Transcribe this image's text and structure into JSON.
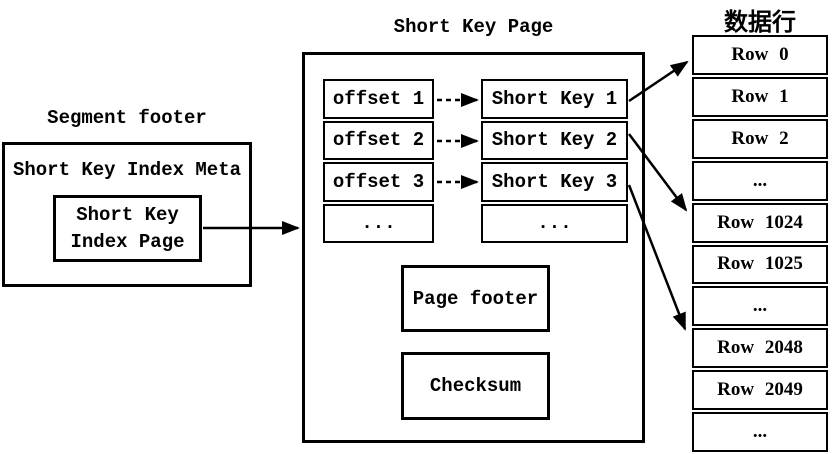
{
  "diagram": {
    "segment_footer": {
      "label": "Segment footer",
      "meta_label": "Short Key Index Meta",
      "index_page_box": {
        "line1": "Short Key",
        "line2": "Index Page"
      }
    },
    "short_key_page": {
      "label": "Short Key Page",
      "offsets": [
        "offset 1",
        "offset 2",
        "offset 3",
        "..."
      ],
      "short_keys": [
        "Short Key 1",
        "Short Key 2",
        "Short Key 3",
        "..."
      ],
      "page_footer_label": "Page footer",
      "checksum_label": "Checksum"
    },
    "data_rows": {
      "label": "数据行",
      "rows": [
        "Row 0",
        "Row 1",
        "Row 2",
        "...",
        "Row 1024",
        "Row 1025",
        "...",
        "Row 2048",
        "Row 2049",
        "..."
      ]
    },
    "colors": {
      "line": "#000000",
      "background": "#ffffff",
      "text": "#000000"
    }
  }
}
